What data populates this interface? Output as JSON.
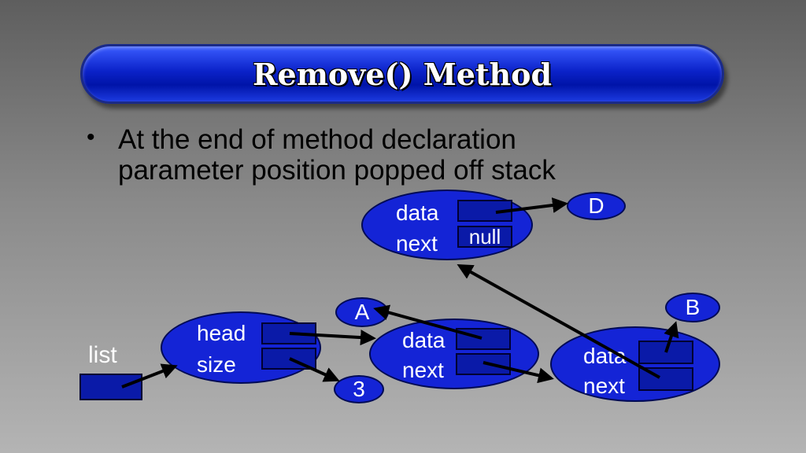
{
  "title": "Remove() Method",
  "bullet": {
    "symbol": "•",
    "line1": "At the end of method declaration",
    "line2": "parameter position popped off stack"
  },
  "list_label": "list",
  "list_node": {
    "head_label": "head",
    "size_label": "size"
  },
  "node_d": {
    "data_label": "data",
    "next_label": "next",
    "next_value": "null"
  },
  "node_a": {
    "data_label": "data",
    "next_label": "next"
  },
  "node_b": {
    "data_label": "data",
    "next_label": "next"
  },
  "values": {
    "a": "A",
    "b": "B",
    "d": "D",
    "size": "3"
  },
  "colors": {
    "node": "#1424d6",
    "slot": "#0a1aa8",
    "title": "#0b22c9",
    "arrow": "#000000"
  }
}
